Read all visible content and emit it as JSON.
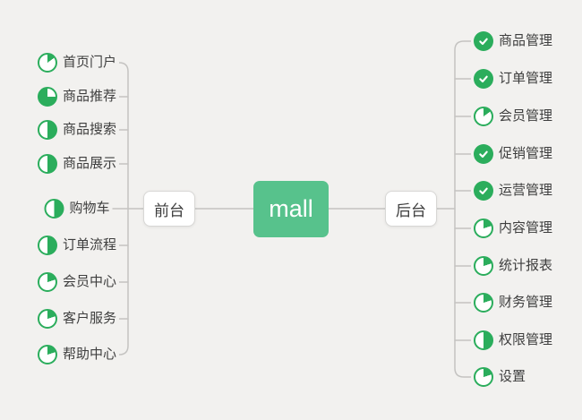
{
  "root": {
    "label": "mall",
    "color": "#57c28c"
  },
  "branches": [
    {
      "id": "frontend",
      "label": "前台",
      "side": "left",
      "items": [
        {
          "label": "首页门户",
          "icon": "pie-progress",
          "progress": 15
        },
        {
          "label": "商品推荐",
          "icon": "pie-progress",
          "progress": 75
        },
        {
          "label": "商品搜索",
          "icon": "pie-progress",
          "progress": 50
        },
        {
          "label": "商品展示",
          "icon": "pie-progress",
          "progress": 50
        },
        {
          "label": "购物车",
          "icon": "pie-progress",
          "progress": 50
        },
        {
          "label": "订单流程",
          "icon": "pie-progress",
          "progress": 50
        },
        {
          "label": "会员中心",
          "icon": "pie-progress",
          "progress": 20
        },
        {
          "label": "客户服务",
          "icon": "pie-progress",
          "progress": 20
        },
        {
          "label": "帮助中心",
          "icon": "pie-progress",
          "progress": 20
        }
      ]
    },
    {
      "id": "backend",
      "label": "后台",
      "side": "right",
      "items": [
        {
          "label": "商品管理",
          "icon": "check",
          "progress": 100
        },
        {
          "label": "订单管理",
          "icon": "check",
          "progress": 100
        },
        {
          "label": "会员管理",
          "icon": "pie-progress",
          "progress": 15
        },
        {
          "label": "促销管理",
          "icon": "check",
          "progress": 100
        },
        {
          "label": "运营管理",
          "icon": "check",
          "progress": 100
        },
        {
          "label": "内容管理",
          "icon": "pie-progress",
          "progress": 20
        },
        {
          "label": "统计报表",
          "icon": "pie-progress",
          "progress": 20
        },
        {
          "label": "财务管理",
          "icon": "pie-progress",
          "progress": 20
        },
        {
          "label": "权限管理",
          "icon": "pie-progress",
          "progress": 50
        },
        {
          "label": "设置",
          "icon": "pie-progress",
          "progress": 20
        }
      ]
    }
  ],
  "colors": {
    "background": "#f2f1ef",
    "root_green": "#57c28c",
    "icon_green": "#2bad5c",
    "line_gray": "#c4c3c1",
    "node_border": "#d8d7d5",
    "text": "#3e3e3e"
  }
}
